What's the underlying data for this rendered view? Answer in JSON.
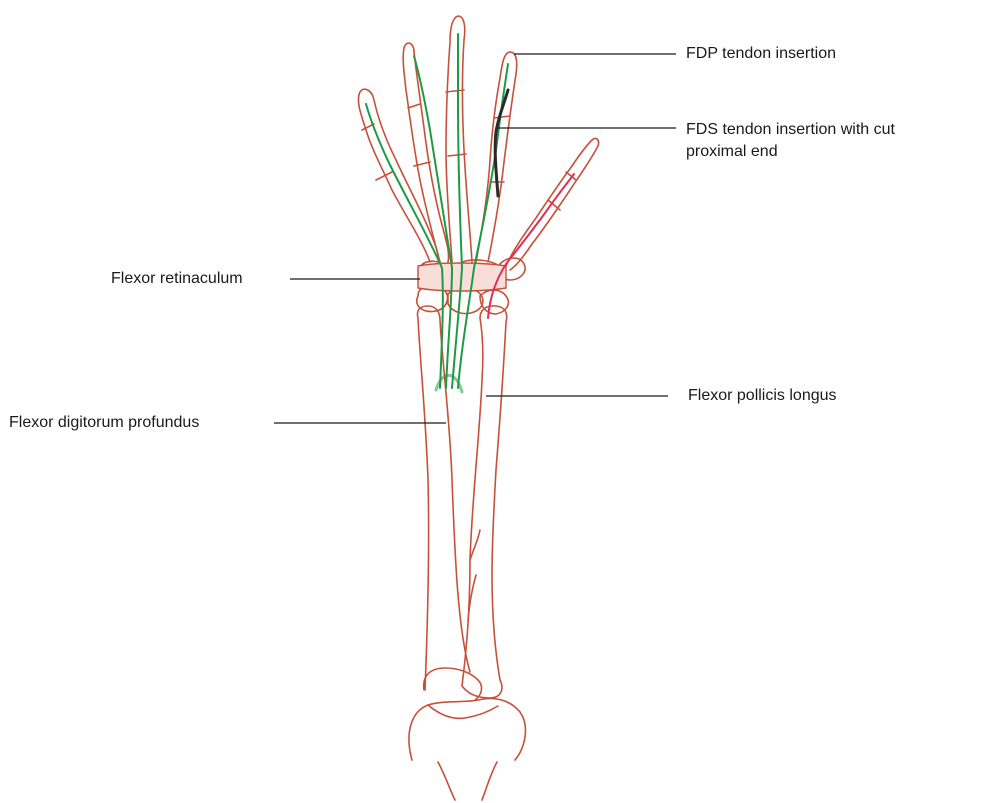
{
  "colors": {
    "bone": "#c8503a",
    "fdp_tendon": "#1e9a46",
    "fds_tendon": "#2a2a2a",
    "fpl_tendon": "#e0305a",
    "leader": "#1a1a1a",
    "text": "#1a1a1a"
  },
  "labels": {
    "fdp_insertion": "FDP tendon insertion",
    "fds_insertion_line1": "FDS tendon insertion with cut",
    "fds_insertion_line2": "proximal end",
    "flexor_retinaculum": "Flexor retinaculum",
    "flexor_pollicis_longus": "Flexor pollicis longus",
    "flexor_digitorum_profundus": "Flexor digitorum profundus"
  }
}
